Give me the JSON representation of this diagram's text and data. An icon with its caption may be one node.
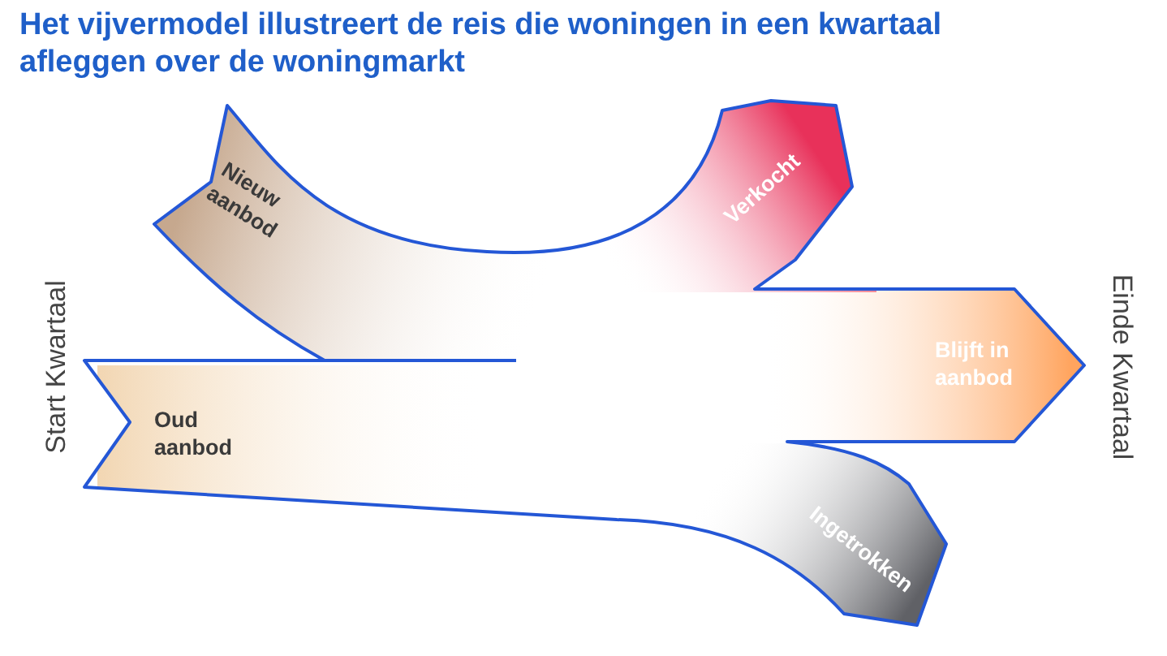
{
  "diagram": {
    "title": "Het vijvermodel illustreert de reis die woningen in een kwartaal afleggen over de woningmarkt",
    "nodes": [
      {
        "text": [
          "Nieuw aanbod"
        ]
      },
      {
        "text": [
          "Oud aanbod"
        ]
      },
      {
        "text": [
          "Verkocht"
        ]
      },
      {
        "text": [
          "Blijft in aanbod"
        ]
      },
      {
        "text": [
          "Ingetrokken"
        ]
      }
    ],
    "labels": [
      "Start Kwartaal",
      "Einde Kwartaal"
    ]
  }
}
